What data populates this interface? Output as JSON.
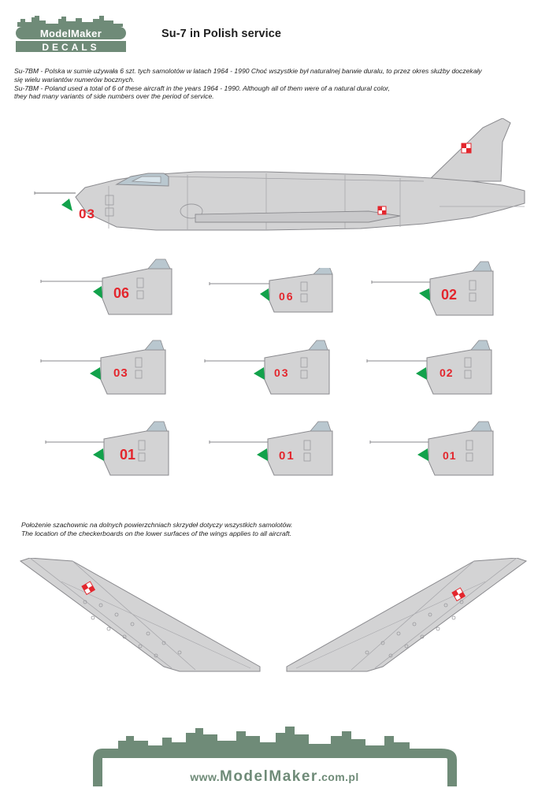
{
  "brand": {
    "logo_top": "ModelMaker",
    "logo_bottom": "DECALS"
  },
  "title": "Su-7 in Polish service",
  "intro_pl_1": "Su-7BM - Polska w sumie używała 6 szt. tych samolotów w latach 1964 - 1990 Choć wszystkie był naturalnej barwie duralu, to przez okres służby doczekały",
  "intro_pl_2": "się wielu wariantów numerów bocznych.",
  "intro_en_1": "Su-7BM - Poland used a total of 6 of these aircraft in the years 1964 - 1990. Although all of them were of a natural dural color,",
  "intro_en_2": "they had many variants of side numbers over the period of service.",
  "main_aircraft": {
    "side_number": "03",
    "icon": "polish-checkerboard-icon"
  },
  "noses": [
    {
      "number": "06"
    },
    {
      "number": "06"
    },
    {
      "number": "02"
    },
    {
      "number": "03"
    },
    {
      "number": "03"
    },
    {
      "number": "02"
    },
    {
      "number": "01"
    },
    {
      "number": "01"
    },
    {
      "number": "01"
    }
  ],
  "wing_note_pl": "Położenie szachownic na dolnych powierzchniach skrzydeł dotyczy wszystkich samolotów.",
  "wing_note_en": "The location of the checkerboards on the lower surfaces of the wings applies to all aircraft.",
  "footer": {
    "prefix": "www.",
    "brand": "ModelMaker",
    "suffix": ".com.pl"
  },
  "colors": {
    "aircraft_grey": "#d3d3d4",
    "aircraft_line": "#8a8a8e",
    "number_red": "#e3262d",
    "radome_green": "#12a24b",
    "brand_green": "#6f8b78"
  }
}
